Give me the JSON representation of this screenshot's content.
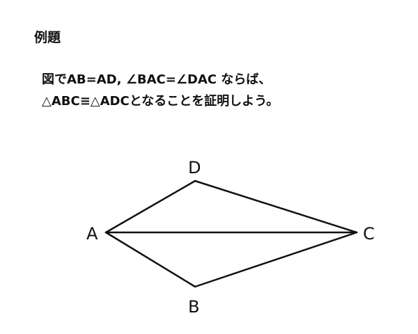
{
  "heading": "例題",
  "problem": {
    "line1": "図でAB=AD, ∠BAC=∠DAC ならば、",
    "line2": "△ABC≡△ADCとなることを証明しよう。"
  },
  "figure": {
    "vertices": {
      "A": "A",
      "B": "B",
      "C": "C",
      "D": "D"
    },
    "stroke_color": "#111111"
  }
}
